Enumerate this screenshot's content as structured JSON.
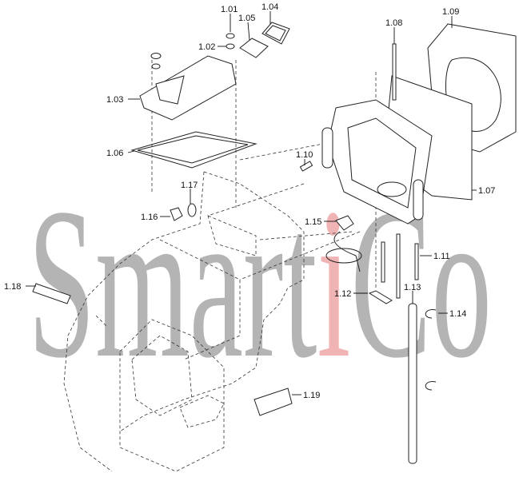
{
  "watermark": {
    "part1": "Smart",
    "part2": "i",
    "part3": "Co",
    "gray": "#b4b4b4",
    "red": "#f0b4b4"
  },
  "labels": {
    "l101": "1.01",
    "l102": "1.02",
    "l103": "1.03",
    "l104": "1.04",
    "l105": "1.05",
    "l106": "1.06",
    "l107": "1.07",
    "l108": "1.08",
    "l109": "1.09",
    "l110": "1.10",
    "l111": "1.11",
    "l112": "1.12",
    "l113": "1.13",
    "l114": "1.14",
    "l115": "1.15",
    "l116": "1.16",
    "l117": "1.17",
    "l118": "1.18",
    "l119": "1.19"
  }
}
